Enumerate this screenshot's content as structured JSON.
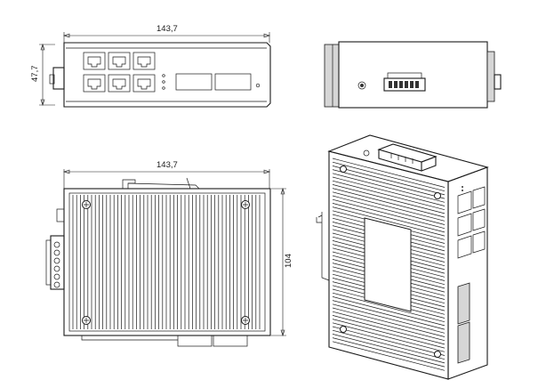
{
  "dimensions": {
    "front_width": "143,7",
    "front_height": "47,7",
    "top_width": "143,7",
    "top_depth": "104"
  },
  "colors": {
    "line": "#1a1a1a",
    "panel": "#d6d6d6",
    "background": "#ffffff"
  }
}
